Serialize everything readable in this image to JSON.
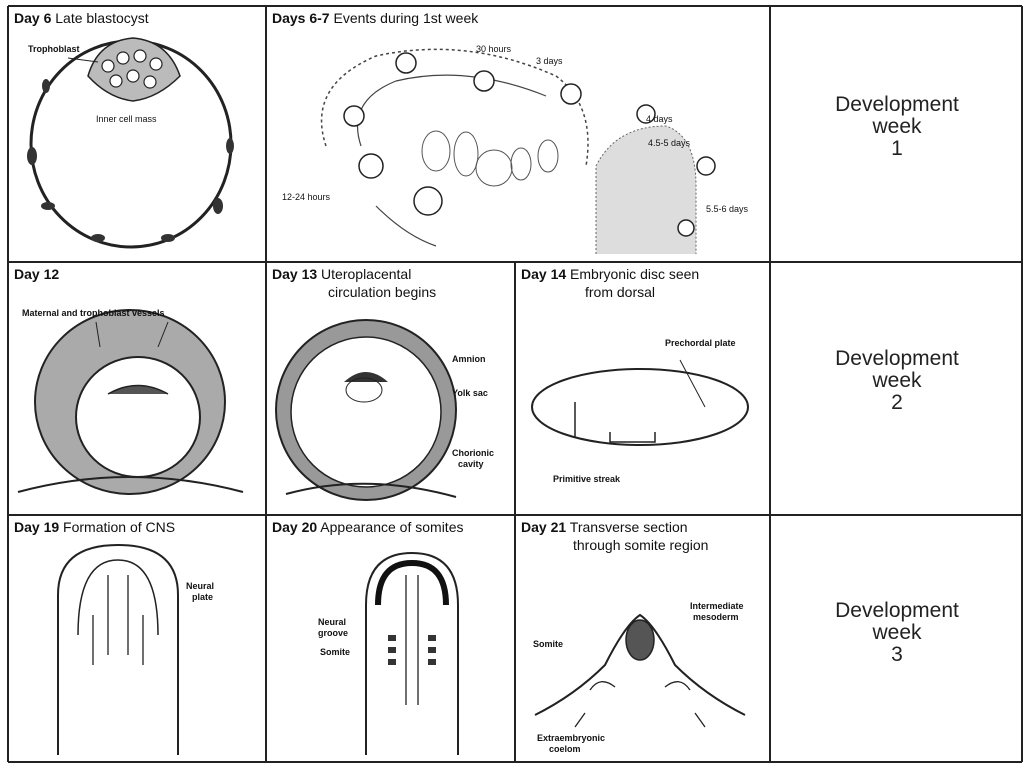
{
  "week1": {
    "day6": {
      "title_day": "Day 6",
      "title_text": "Late blastocyst",
      "labels": {
        "trophoblast": "Trophoblast",
        "inner_cell_mass": "Inner cell mass"
      }
    },
    "days67": {
      "title_day": "Days 6-7",
      "title_text": "Events during 1st week",
      "labels": {
        "h30": "30 hours",
        "d3": "3 days",
        "d4": "4 days",
        "d45": "4.5-5 days",
        "d56": "5.5-6 days",
        "h1224": "12-24 hours"
      }
    },
    "week_label": {
      "line1": "Development",
      "line2": "week",
      "line3": "1"
    }
  },
  "week2": {
    "day12": {
      "title_day": "Day 12",
      "title_text": "",
      "labels": {
        "vessels": "Maternal and trophoblast vessels"
      }
    },
    "day13": {
      "title_day": "Day 13",
      "title_text": "Uteroplacental",
      "title_text2": "circulation begins",
      "labels": {
        "amnion": "Amnion",
        "yolk_sac": "Yolk sac",
        "chorionic": "Chorionic",
        "cavity": "cavity"
      }
    },
    "day14": {
      "title_day": "Day 14",
      "title_text": "Embryonic disc seen",
      "title_text2": "from dorsal",
      "labels": {
        "prechordal": "Prechordal plate",
        "primitive": "Primitive streak"
      }
    },
    "week_label": {
      "line1": "Development",
      "line2": "week",
      "line3": "2"
    }
  },
  "week3": {
    "day19": {
      "title_day": "Day 19",
      "title_text": "Formation of CNS",
      "labels": {
        "neural": "Neural",
        "plate": "plate"
      }
    },
    "day20": {
      "title_day": "Day 20",
      "title_text": "Appearance of somites",
      "labels": {
        "neural": "Neural",
        "groove": "groove",
        "somite": "Somite"
      }
    },
    "day21": {
      "title_day": "Day 21",
      "title_text": "Transverse section",
      "title_text2": "through somite region",
      "labels": {
        "intermediate": "Intermediate",
        "mesoderm": "mesoderm",
        "somite": "Somite",
        "extraembryonic": "Extraembryonic",
        "coelom": "coelom"
      }
    },
    "week_label": {
      "line1": "Development",
      "line2": "week",
      "line3": "3"
    }
  }
}
